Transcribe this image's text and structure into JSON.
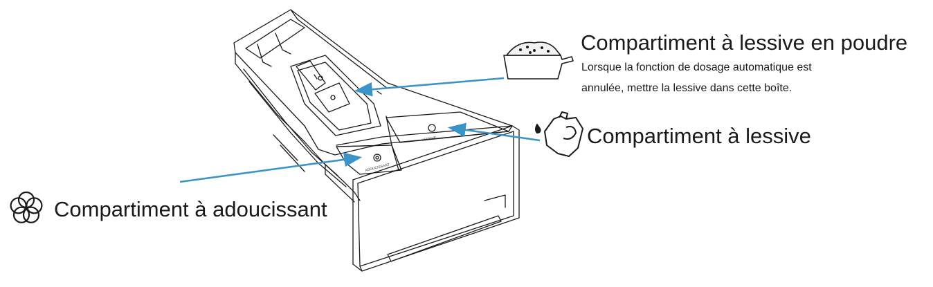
{
  "labels": {
    "powder": {
      "title": "Compartiment à lessive en poudre",
      "description_line1": "Lorsque la fonction de dosage automatique est",
      "description_line2": "annulée, mettre la lessive dans cette boîte."
    },
    "detergent": {
      "title": "Compartiment à lessive"
    },
    "softener": {
      "title": "Compartiment à adoucissant"
    }
  },
  "drawer_markings": {
    "detergent_slot": "LESSIVE",
    "softener_slot": "ADOUCISSANT"
  },
  "icons": {
    "powder": "powder-scoop-icon",
    "detergent": "detergent-bottle-icon",
    "softener": "flower-icon"
  },
  "colors": {
    "arrow": "#3a94c8",
    "line": "#1a1a1a"
  }
}
